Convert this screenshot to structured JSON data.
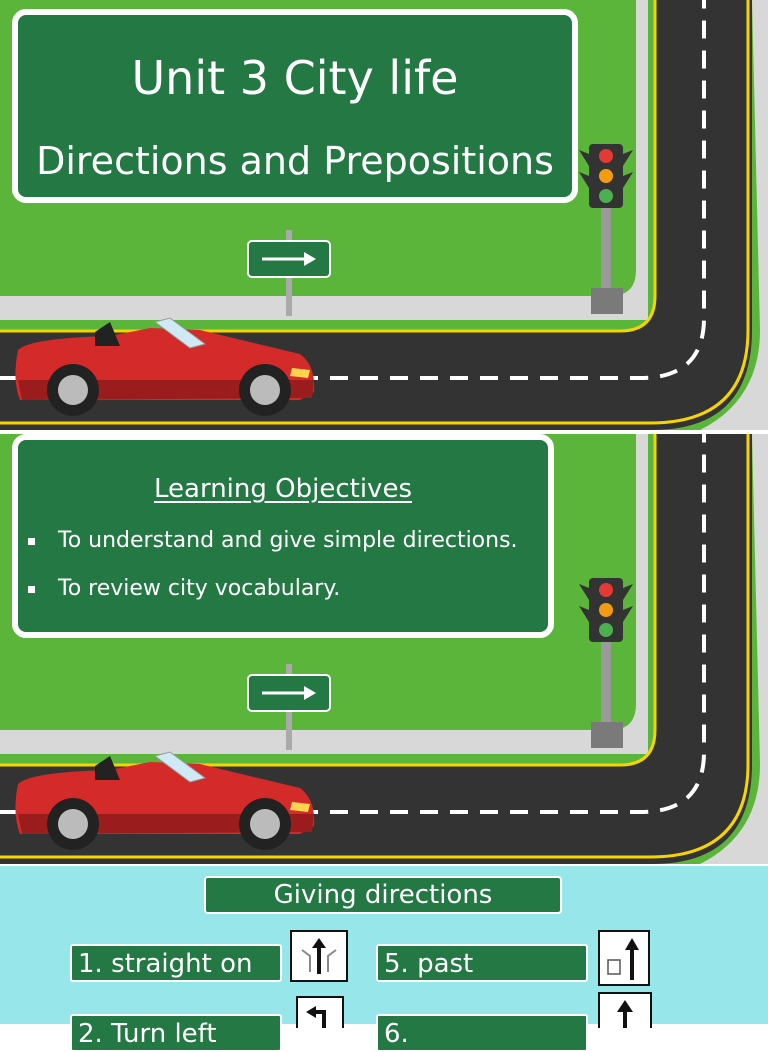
{
  "slide1": {
    "title": "Unit 3 City life",
    "subtitle": "Directions and Prepositions"
  },
  "slide2": {
    "heading": "Learning Objectives",
    "objectives": [
      "To understand and give simple directions.",
      "To review city vocabulary."
    ]
  },
  "slide3": {
    "header": "Giving directions",
    "items": [
      {
        "label": "1. straight on",
        "icon": "straight-on-arrows-icon"
      },
      {
        "label": "5. past",
        "icon": "past-arrow-icon"
      },
      {
        "label": "2. Turn left",
        "icon": "turn-left-arrow-icon"
      },
      {
        "label": "6.",
        "icon": "up-arrow-icon"
      }
    ]
  },
  "colors": {
    "grass": "#5cb53b",
    "sign_green": "#237844",
    "road": "#333333",
    "road_line": "#f5d400",
    "car_red": "#d42a2a",
    "sky_panel": "#96e6ea"
  }
}
